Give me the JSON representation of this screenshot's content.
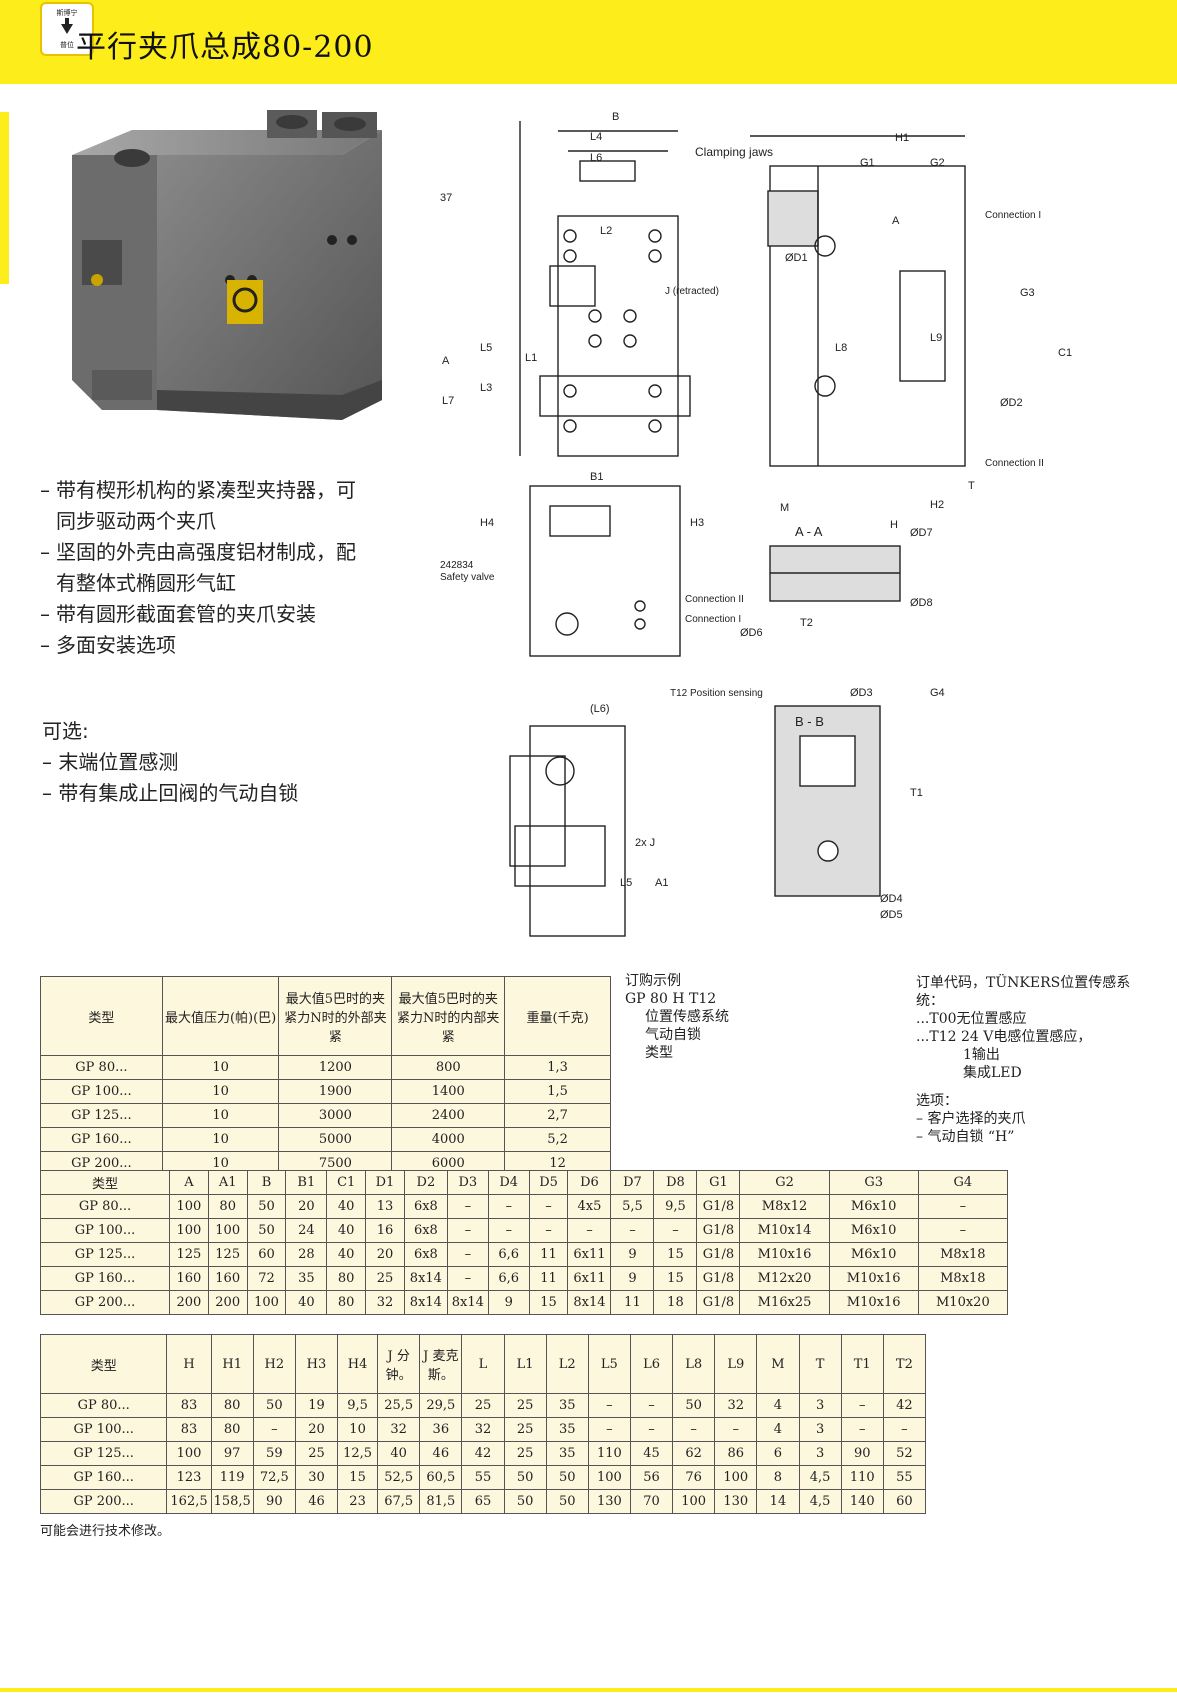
{
  "header": {
    "title": "平行夹爪总成80-200",
    "logo_top": "斯博宁",
    "logo_bottom": "普位"
  },
  "colors": {
    "accent": "#fdee1b",
    "table_bg": "#fdf7dd"
  },
  "features": [
    {
      "dash": "–",
      "text": "带有楔形机构的紧凑型夹持器，可同步驱动两个夹爪"
    },
    {
      "dash": "–",
      "text": "坚固的外壳由高强度铝材制成，配有整体式椭圆形气缸"
    },
    {
      "dash": "–",
      "text": "带有圆形截面套管的夹爪安装"
    },
    {
      "dash": "–",
      "text": "多面安装选项"
    }
  ],
  "optional": {
    "title": "可选:",
    "items": [
      "– 末端位置感测",
      "– 带有集成止回阀的气动自锁"
    ]
  },
  "drawing_labels": {
    "B": "B",
    "L4": "L4",
    "L6": "L6",
    "clamping_jaws": "Clamping jaws",
    "H1": "H1",
    "G1": "G1",
    "G2": "G2",
    "connection1": "Connection I",
    "connection2": "Connection II",
    "L2": "L2",
    "A": "A",
    "L7": "L7",
    "L5": "L5",
    "L3": "L3",
    "L1": "L1",
    "J_retracted": "J (retracted)",
    "G3": "G3",
    "C1": "C1",
    "D2": "ØD2",
    "L8": "L8",
    "L9": "L9",
    "D1": "ØD1",
    "dim37": "37",
    "T": "T",
    "H2": "H2",
    "H": "H",
    "M": "M",
    "B1": "B1",
    "H4": "H4",
    "H3": "H3",
    "AA": "A - A",
    "D7": "ØD7",
    "D8": "ØD8",
    "D6": "ØD6",
    "T2": "T2",
    "valve_no": "242834",
    "safety_valve": "Safety valve",
    "L6p": "(L6)",
    "T12": "T12 Position sensing",
    "D3": "ØD3",
    "G4": "G4",
    "BB": "B - B",
    "T1": "T1",
    "twoJ": "2x J",
    "L5b": "L5",
    "A1": "A1",
    "D4": "ØD4",
    "D5": "ØD5"
  },
  "ordering": {
    "title": "订购示例",
    "code": "GP 80 H T12",
    "pos_sensing": "位置传感系统",
    "self_lock": "气动自锁",
    "type": "类型"
  },
  "tunkers": {
    "title": "订单代码，TÜNKERS位置传感系统：",
    "l1": "...T00无位置感应",
    "l2": "...T12 24 V电感位置感应，",
    "l3": "1输出",
    "l4": "集成LED",
    "opt_title": "选项：",
    "opt1": "– 客户选择的夹爪",
    "opt2": "– 气动自锁 “H”"
  },
  "table1": {
    "headers": [
      "类型",
      "最大值压力(帕)(巴)",
      "最大值5巴时的夹紧力N时的外部夹紧",
      "最大值5巴时的夹紧力N时的内部夹紧",
      "重量(千克)"
    ],
    "rows": [
      [
        "GP 80...",
        "10",
        "1200",
        "800",
        "1,3"
      ],
      [
        "GP 100...",
        "10",
        "1900",
        "1400",
        "1,5"
      ],
      [
        "GP 125...",
        "10",
        "3000",
        "2400",
        "2,7"
      ],
      [
        "GP 160...",
        "10",
        "5000",
        "4000",
        "5,2"
      ],
      [
        "GP 200...",
        "10",
        "7500",
        "6000",
        "12"
      ]
    ]
  },
  "table2": {
    "headers": [
      "类型",
      "A",
      "A1",
      "B",
      "B1",
      "C1",
      "D1",
      "D2",
      "D3",
      "D4",
      "D5",
      "D6",
      "D7",
      "D8",
      "G1",
      "G2",
      "G3",
      "G4"
    ],
    "rows": [
      [
        "GP 80...",
        "100",
        "80",
        "50",
        "20",
        "40",
        "13",
        "6x8",
        "–",
        "–",
        "–",
        "4x5",
        "5,5",
        "9,5",
        "G1/8",
        "M8x12",
        "M6x10",
        "–"
      ],
      [
        "GP 100...",
        "100",
        "100",
        "50",
        "24",
        "40",
        "16",
        "6x8",
        "–",
        "–",
        "–",
        "–",
        "–",
        "–",
        "G1/8",
        "M10x14",
        "M6x10",
        "–"
      ],
      [
        "GP 125...",
        "125",
        "125",
        "60",
        "28",
        "40",
        "20",
        "6x8",
        "–",
        "6,6",
        "11",
        "6x11",
        "9",
        "15",
        "G1/8",
        "M10x16",
        "M6x10",
        "M8x18"
      ],
      [
        "GP 160...",
        "160",
        "160",
        "72",
        "35",
        "80",
        "25",
        "8x14",
        "–",
        "6,6",
        "11",
        "6x11",
        "9",
        "15",
        "G1/8",
        "M12x20",
        "M10x16",
        "M8x18"
      ],
      [
        "GP 200...",
        "200",
        "200",
        "100",
        "40",
        "80",
        "32",
        "8x14",
        "8x14",
        "9",
        "15",
        "8x14",
        "11",
        "18",
        "G1/8",
        "M16x25",
        "M10x16",
        "M10x20"
      ]
    ]
  },
  "table3": {
    "headers": [
      "类型",
      "H",
      "H1",
      "H2",
      "H3",
      "H4",
      "J 分钟。",
      "J 麦克斯。",
      "L",
      "L1",
      "L2",
      "L5",
      "L6",
      "L8",
      "L9",
      "M",
      "T",
      "T1",
      "T2"
    ],
    "rows": [
      [
        "GP 80...",
        "83",
        "80",
        "50",
        "19",
        "9,5",
        "25,5",
        "29,5",
        "25",
        "25",
        "35",
        "–",
        "–",
        "50",
        "32",
        "4",
        "3",
        "–",
        "42"
      ],
      [
        "GP 100...",
        "83",
        "80",
        "–",
        "20",
        "10",
        "32",
        "36",
        "32",
        "25",
        "35",
        "–",
        "–",
        "–",
        "–",
        "4",
        "3",
        "–",
        "–"
      ],
      [
        "GP 125...",
        "100",
        "97",
        "59",
        "25",
        "12,5",
        "40",
        "46",
        "42",
        "25",
        "35",
        "110",
        "45",
        "62",
        "86",
        "6",
        "3",
        "90",
        "52"
      ],
      [
        "GP 160...",
        "123",
        "119",
        "72,5",
        "30",
        "15",
        "52,5",
        "60,5",
        "55",
        "50",
        "50",
        "100",
        "56",
        "76",
        "100",
        "8",
        "4,5",
        "110",
        "55"
      ],
      [
        "GP 200...",
        "162,5",
        "158,5",
        "90",
        "46",
        "23",
        "67,5",
        "81,5",
        "65",
        "50",
        "50",
        "130",
        "70",
        "100",
        "130",
        "14",
        "4,5",
        "140",
        "60"
      ]
    ]
  },
  "footnote": "可能会进行技术修改。"
}
